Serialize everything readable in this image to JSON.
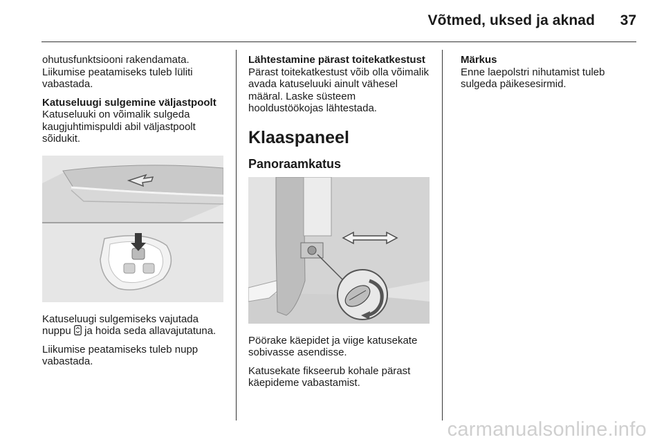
{
  "header": {
    "title": "Võtmed, uksed ja aknad",
    "page_number": "37"
  },
  "col1": {
    "para1": "ohutusfunktsiooni rakendamata. Liikumise peatamiseks tuleb lüliti vabastada.",
    "section_title": "Katuseluugi sulgemine väljastpoolt",
    "para2": "Katuseluuki on võimalik sulgeda kaugjuhtimispuldi abil väljastpoolt sõidukit.",
    "caption_before": "Katuseluugi sulgemiseks vajutada nuppu",
    "caption_after": "ja hoida seda allavajutatuna.",
    "para3": "Liikumise peatamiseks tuleb nupp vabastada."
  },
  "col2": {
    "section_title": "Lähtestamine pärast toitekatkestust",
    "para1": "Pärast toitekatkestust võib olla võimalik avada katuseluuki ainult vähesel määral. Laske süsteem hooldustöökojas lähtestada.",
    "heading1": "Klaaspaneel",
    "heading2": "Panoraamkatus",
    "para2": "Pöörake käepidet ja viige katusekate sobivasse asendisse.",
    "para3": "Katusekate fikseerub kohale pärast käepideme vabastamist."
  },
  "col3": {
    "note_title": "Märkus",
    "note_text": "Enne laepolstri nihutamist tuleb sulgeda päikesesirmid."
  },
  "watermark": "carmanualsonline.info"
}
